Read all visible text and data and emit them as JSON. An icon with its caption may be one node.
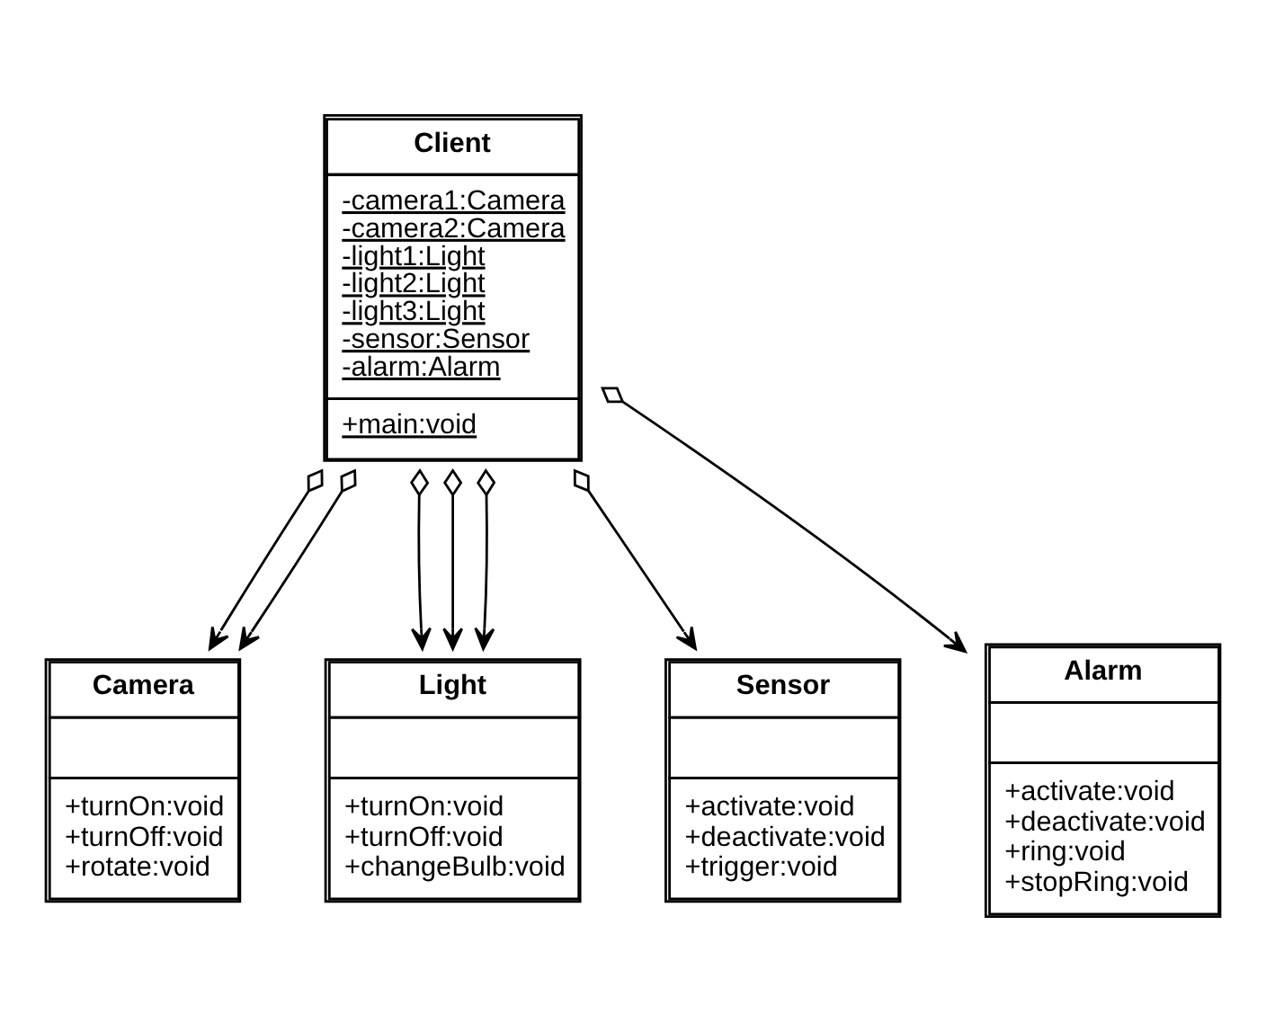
{
  "diagram": {
    "nodes": [
      {
        "text": [
          "Client",
          "-camera1:Camera",
          "-camera2:Camera",
          "-light1:Light",
          "-light2:Light",
          "-light3:Light",
          "-sensor:Sensor",
          "-alarm:Alarm",
          "+main:void"
        ]
      },
      {
        "text": [
          "Camera",
          "+turnOn:void",
          "+turnOff:void",
          "+rotate:void"
        ]
      },
      {
        "text": [
          "Light",
          "+turnOn:void",
          "+turnOff:void",
          "+changeBulb:void"
        ]
      },
      {
        "text": [
          "Sensor",
          "+activate:void",
          "+deactivate:void",
          "+trigger:void"
        ]
      },
      {
        "text": [
          "Alarm",
          "+activate:void",
          "+deactivate:void",
          "+ring:void",
          "+stopRing:void"
        ]
      }
    ],
    "edges": [
      {
        "from": 0,
        "to": 1,
        "arrow": "to"
      },
      {
        "from": 0,
        "to": 1,
        "arrow": "to"
      },
      {
        "from": 0,
        "to": 2,
        "arrow": "to"
      },
      {
        "from": 0,
        "to": 2,
        "arrow": "to"
      },
      {
        "from": 0,
        "to": 2,
        "arrow": "to"
      },
      {
        "from": 0,
        "to": 3,
        "arrow": "to"
      },
      {
        "from": 0,
        "to": 4,
        "arrow": "to"
      }
    ]
  }
}
